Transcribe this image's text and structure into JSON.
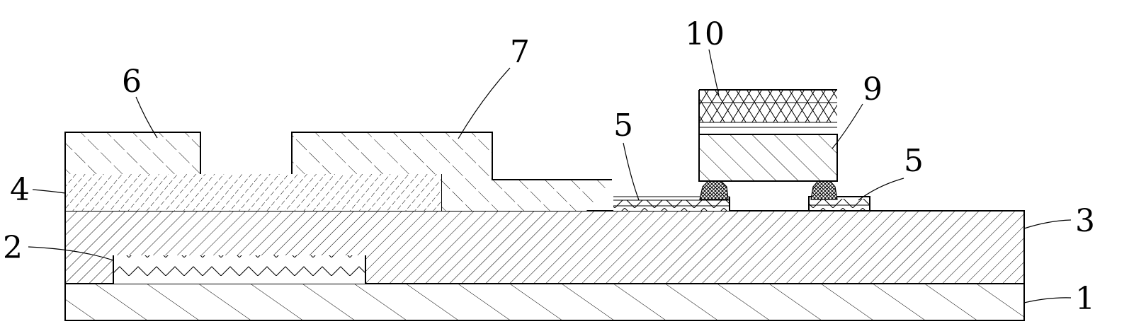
{
  "figure": {
    "labels": {
      "substrate": "1",
      "gate": "2",
      "insulating_layer": "3",
      "semiconductor_layer": "4",
      "electrode_left": "5",
      "electrode_right": "5",
      "source": "6",
      "drain": "7",
      "component": "9",
      "top_layer": "10"
    },
    "colors": {
      "stroke": "#000000",
      "background": "#ffffff"
    }
  }
}
